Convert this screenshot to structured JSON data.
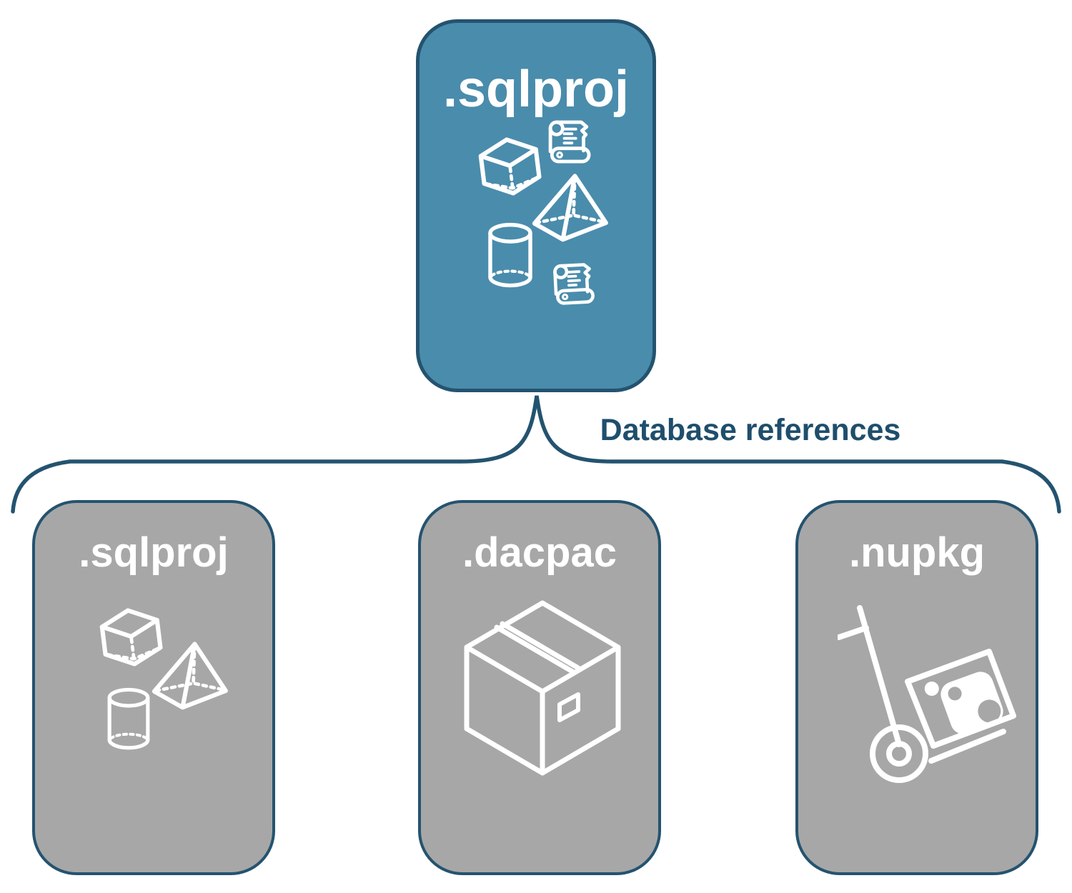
{
  "diagram": {
    "root": {
      "label": ".sqlproj",
      "icons": [
        "scroll-icon",
        "cube-icon",
        "pyramid-icon",
        "cylinder-icon",
        "scroll-icon"
      ]
    },
    "connector": {
      "label": "Database references"
    },
    "children": [
      {
        "label": ".sqlproj",
        "icons": [
          "cube-icon",
          "pyramid-icon",
          "cylinder-icon"
        ]
      },
      {
        "label": ".dacpac",
        "icons": [
          "package-icon"
        ]
      },
      {
        "label": ".nupkg",
        "icons": [
          "handtruck-icon"
        ]
      }
    ]
  },
  "colors": {
    "bg": "#FFFFFF",
    "root_fill": "#4A8CAC",
    "child_fill": "#A7A7A7",
    "stroke": "#24536F",
    "label_text": "#1F4E6C",
    "icon_white": "#FFFFFF"
  }
}
